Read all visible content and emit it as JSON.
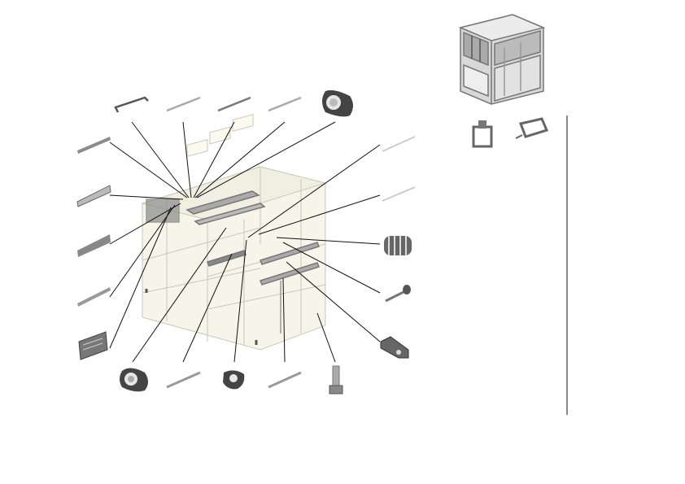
{
  "diagram": {
    "kind": "exploded-parts-view",
    "subject": "cabinet-frame",
    "colors": {
      "line": "#111111",
      "part_dark": "#555555",
      "part_mid": "#9a9a9a",
      "part_light": "#cfcfcf",
      "frame_fill": "#f3f3e8",
      "frame_edge": "#c8c8b8",
      "thumb_frame": "#8c8c8c"
    },
    "parts": [
      {
        "id": "rod-bent",
        "icon": "bent-rod-icon"
      },
      {
        "id": "rod-short-1",
        "icon": "rod-icon"
      },
      {
        "id": "rod-short-2",
        "icon": "rod-icon"
      },
      {
        "id": "rod-short-3",
        "icon": "rod-icon"
      },
      {
        "id": "flange-bushing-top",
        "icon": "flange-bushing-icon"
      },
      {
        "id": "rod-long-right-1",
        "icon": "rod-icon"
      },
      {
        "id": "rod-long-right-2",
        "icon": "rod-icon"
      },
      {
        "id": "spring",
        "icon": "coil-spring-icon"
      },
      {
        "id": "pin",
        "icon": "pin-icon"
      },
      {
        "id": "hinge-bracket",
        "icon": "hinge-bracket-icon"
      },
      {
        "id": "bolt",
        "icon": "hex-bolt-icon"
      },
      {
        "id": "rod-bottom-2",
        "icon": "rod-icon"
      },
      {
        "id": "flange-small",
        "icon": "flange-bushing-icon"
      },
      {
        "id": "rod-bottom-1",
        "icon": "rod-icon"
      },
      {
        "id": "flange-bushing-bottom",
        "icon": "flange-bushing-icon"
      },
      {
        "id": "board-lower",
        "icon": "circuit-board-icon"
      },
      {
        "id": "rail-4",
        "icon": "rail-icon"
      },
      {
        "id": "rail-3",
        "icon": "rail-icon"
      },
      {
        "id": "rail-2",
        "icon": "rail-icon"
      },
      {
        "id": "rail-1",
        "icon": "rail-icon"
      }
    ],
    "thumbnail": {
      "icon": "cabinet-frame-icon"
    },
    "clips": [
      {
        "id": "clip-bracket",
        "icon": "clip-bracket-icon"
      },
      {
        "id": "clip-ring",
        "icon": "clip-ring-icon"
      }
    ]
  }
}
